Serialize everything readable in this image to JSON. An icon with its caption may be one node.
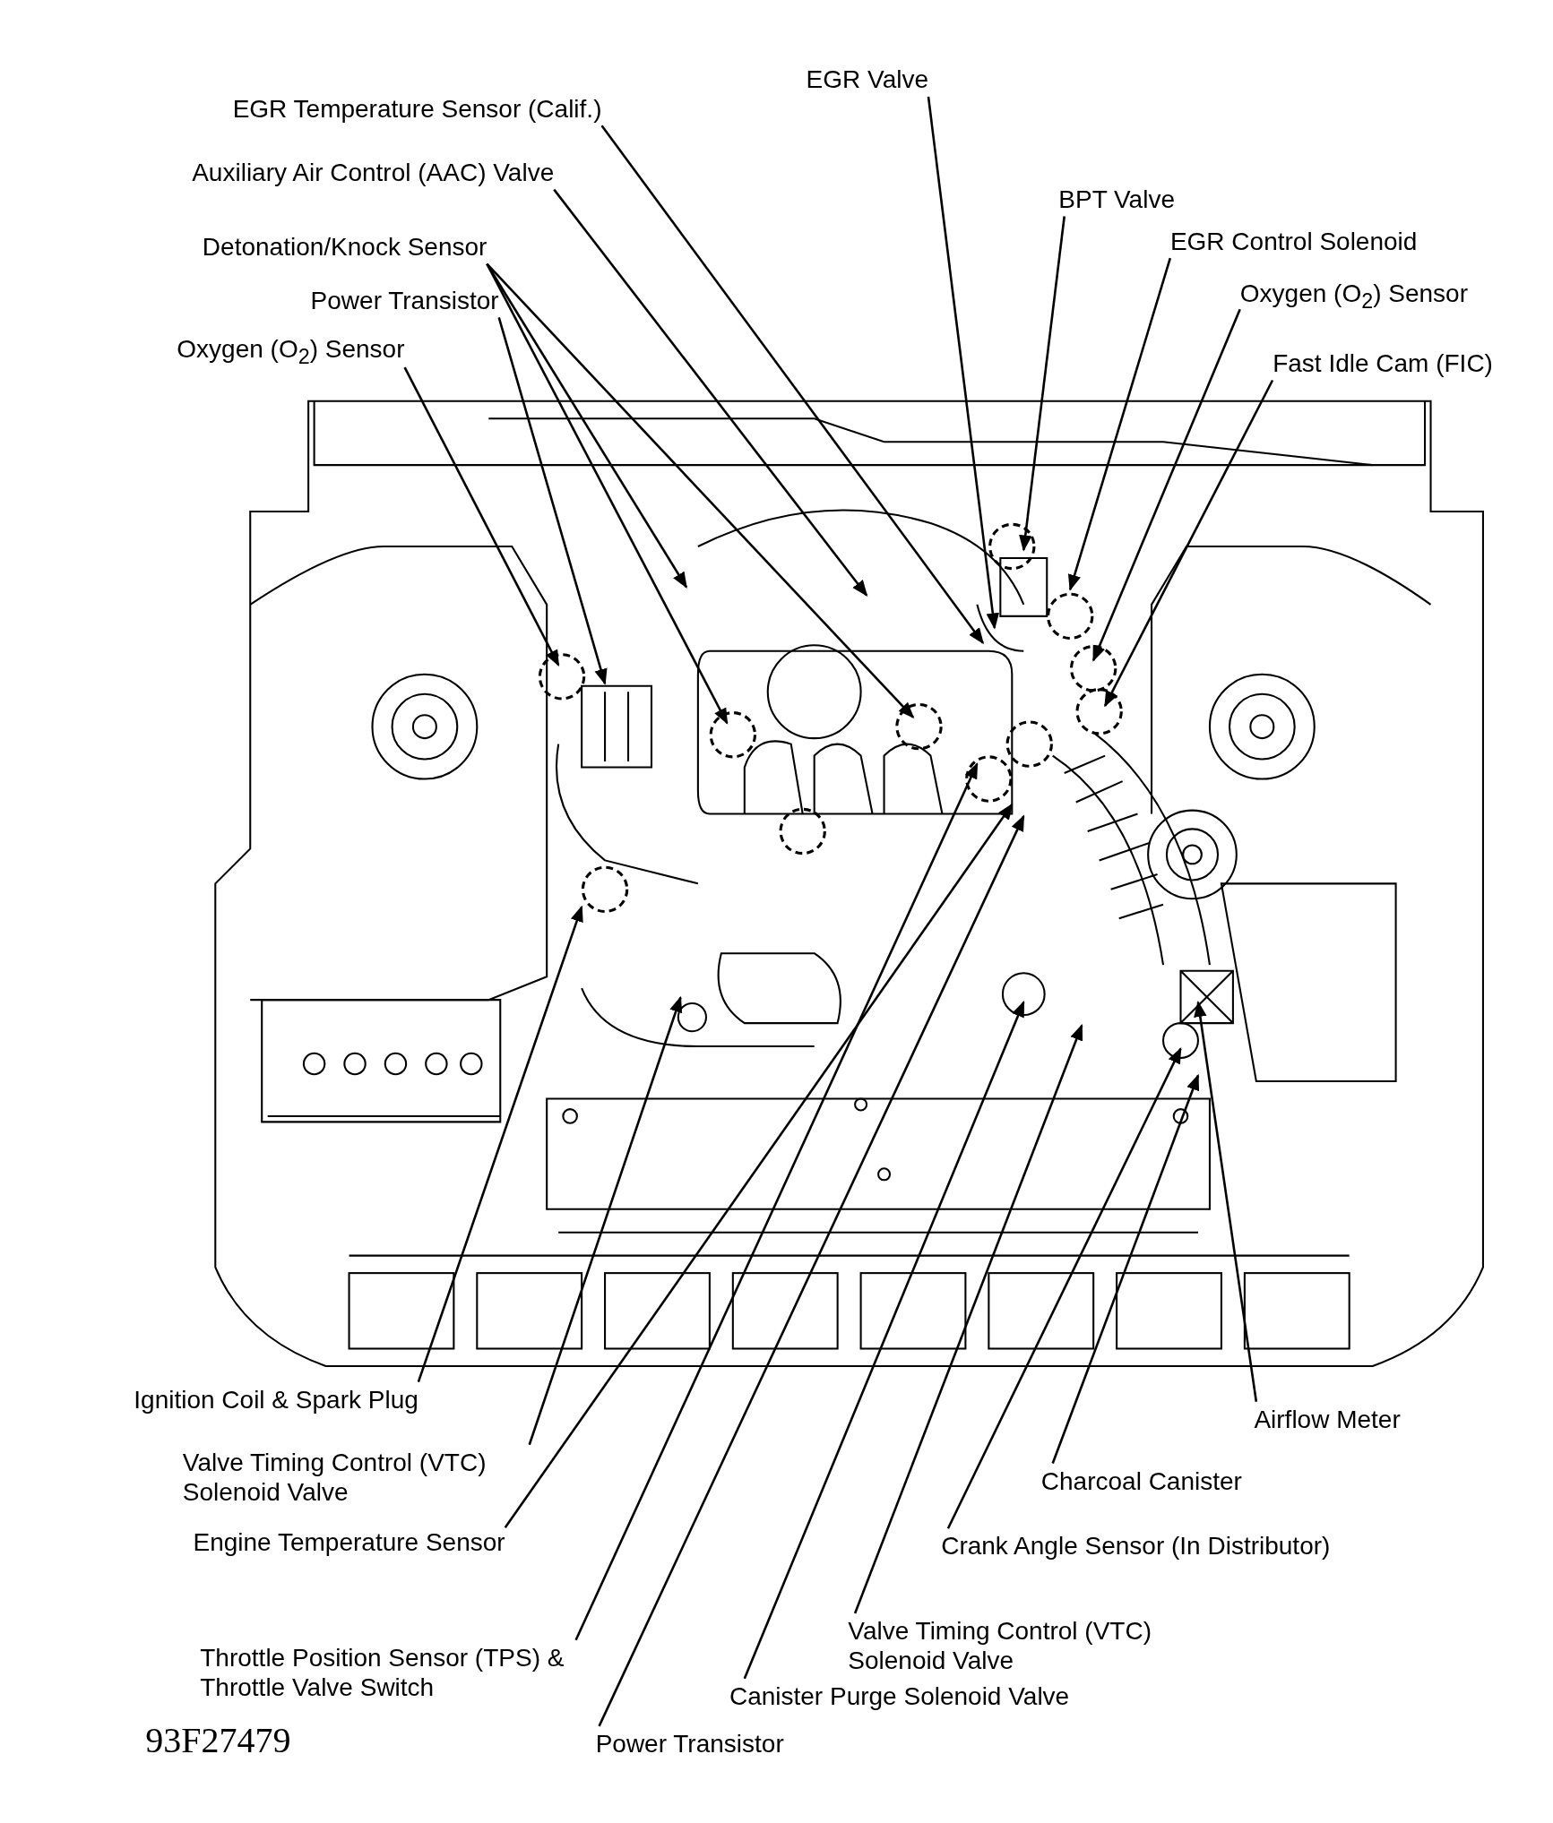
{
  "diagram": {
    "nodes": [
      {
        "text": [
          "EGR Valve"
        ]
      },
      {
        "text": [
          "EGR Temperature Sensor (Calif.)"
        ]
      },
      {
        "text": [
          "Auxiliary Air Control (AAC) Valve"
        ]
      },
      {
        "text": [
          "Detonation/Knock Sensor"
        ]
      },
      {
        "text": [
          "Power Transistor"
        ]
      },
      {
        "text": [
          "Oxygen (O$_{2}$) Sensor"
        ]
      },
      {
        "text": [
          "BPT Valve"
        ]
      },
      {
        "text": [
          "EGR Control Solenoid"
        ]
      },
      {
        "text": [
          "Oxygen (O$_{2}$) Sensor"
        ]
      },
      {
        "text": [
          "Fast Idle Cam (FIC)"
        ]
      },
      {
        "text": [
          "Ignition Coil & Spark Plug"
        ]
      },
      {
        "text": [
          "Valve Timing Control (VTC) Solenoid Valve"
        ]
      },
      {
        "text": [
          "Engine Temperature Sensor"
        ]
      },
      {
        "text": [
          "Throttle Position Sensor (TPS) & Throttle Valve Switch"
        ]
      },
      {
        "text": [
          "Power Transistor"
        ]
      },
      {
        "text": [
          "Canister Purge Solenoid Valve"
        ]
      },
      {
        "text": [
          "Valve Timing Control (VTC) Solenoid Valve"
        ]
      },
      {
        "text": [
          "Crank Angle Sensor (In Distributor)"
        ]
      },
      {
        "text": [
          "Charcoal Canister"
        ]
      },
      {
        "text": [
          "Airflow Meter"
        ]
      }
    ],
    "edges": [
      {
        "from": 0,
        "to": null,
        "arrow": "to"
      },
      {
        "from": 1,
        "to": null,
        "arrow": "to"
      },
      {
        "from": 2,
        "to": null,
        "arrow": "to"
      },
      {
        "from": 3,
        "to": null,
        "arrow": "to"
      },
      {
        "from": 3,
        "to": null,
        "arrow": "to"
      },
      {
        "from": 3,
        "to": null,
        "arrow": "to"
      },
      {
        "from": 4,
        "to": null,
        "arrow": "to"
      },
      {
        "from": 5,
        "to": null,
        "arrow": "to"
      },
      {
        "from": 6,
        "to": null,
        "arrow": "to"
      },
      {
        "from": 7,
        "to": null,
        "arrow": "to"
      },
      {
        "from": 8,
        "to": null,
        "arrow": "to"
      },
      {
        "from": 9,
        "to": null,
        "arrow": "to"
      },
      {
        "from": 10,
        "to": null,
        "arrow": "to"
      },
      {
        "from": 11,
        "to": null,
        "arrow": "to"
      },
      {
        "from": 12,
        "to": null,
        "arrow": "to"
      },
      {
        "from": 13,
        "to": null,
        "arrow": "to"
      },
      {
        "from": 14,
        "to": null,
        "arrow": "to"
      },
      {
        "from": 15,
        "to": null,
        "arrow": "to"
      },
      {
        "from": 16,
        "to": null,
        "arrow": "to"
      },
      {
        "from": 17,
        "to": null,
        "arrow": "to"
      },
      {
        "from": 18,
        "to": null,
        "arrow": "to"
      },
      {
        "from": 19,
        "to": null,
        "arrow": "to"
      }
    ],
    "labels": [
      "93F27479"
    ]
  }
}
